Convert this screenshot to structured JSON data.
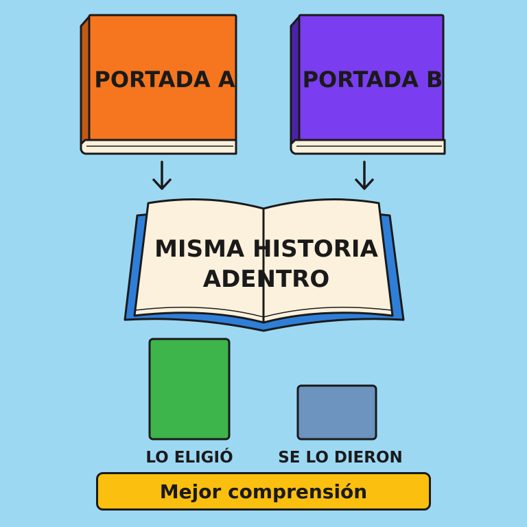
{
  "cover_a": {
    "label": "PORTADA A",
    "color": "#f5761f"
  },
  "cover_b": {
    "label": "PORTADA B",
    "color": "#7a3df0"
  },
  "open_book": {
    "line1": "MISMA HISTORIA",
    "line2": "ADENTRO",
    "cover_color": "#2f7fd8",
    "page_color": "#fbf1dc"
  },
  "bars": {
    "chose": {
      "label": "LO ELIGIÓ",
      "color": "#3db54a"
    },
    "given": {
      "label": "SE LO DIERON",
      "color": "#6d93bf"
    }
  },
  "banner": {
    "text": "Mejor comprensión",
    "color": "#fbbf0f"
  },
  "background": "#9dd8f3"
}
